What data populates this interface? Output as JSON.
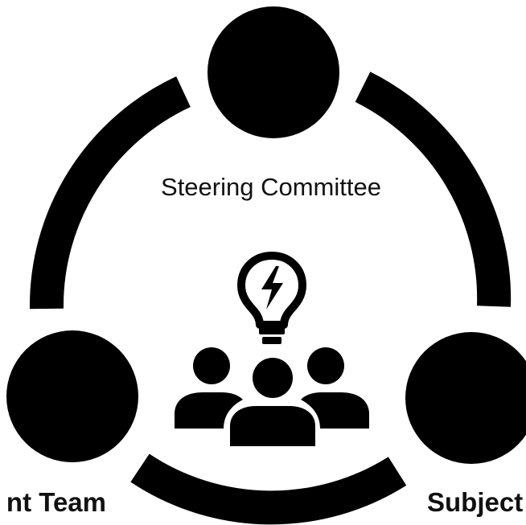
{
  "labels": {
    "center": "Steering Committee",
    "left": "nt Team",
    "right": "Subject"
  },
  "icons": {
    "top_node": "circle",
    "left_node": "circle",
    "right_node": "circle",
    "center": "lightbulb-team-icon"
  },
  "colors": {
    "foreground": "#000000",
    "background": "#ffffff"
  }
}
